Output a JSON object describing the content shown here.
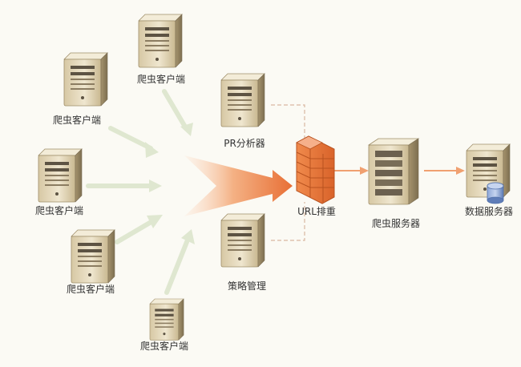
{
  "nodes": {
    "crawler_client_1": {
      "label": "爬虫客户端"
    },
    "crawler_client_2": {
      "label": "爬虫客户端"
    },
    "crawler_client_3": {
      "label": "爬虫客户端"
    },
    "crawler_client_4": {
      "label": "爬虫客户端"
    },
    "crawler_client_5": {
      "label": "爬虫客户端"
    },
    "pr_analyzer": {
      "label": "PR分析器"
    },
    "strategy_manager": {
      "label": "策略管理"
    },
    "url_dedup": {
      "label": "URL排重"
    },
    "crawler_server": {
      "label": "爬虫服务器"
    },
    "data_server": {
      "label": "数据服务器"
    }
  },
  "colors": {
    "background": "#fbfaf4",
    "client_arrow": "#dfe7d0",
    "main_arrow": "#e9803f",
    "server_link": "#f0a070",
    "dashed_link": "#d9b7a0",
    "server_body": "#e9ddc0",
    "server_dark": "#7b6e55",
    "firewall_orange": "#e9733a",
    "database_blue": "#6f8fc7"
  },
  "icons": {
    "client": "tower-server-icon",
    "firewall": "firewall-brick-icon",
    "server": "rack-server-icon",
    "database": "database-cylinder-icon"
  }
}
